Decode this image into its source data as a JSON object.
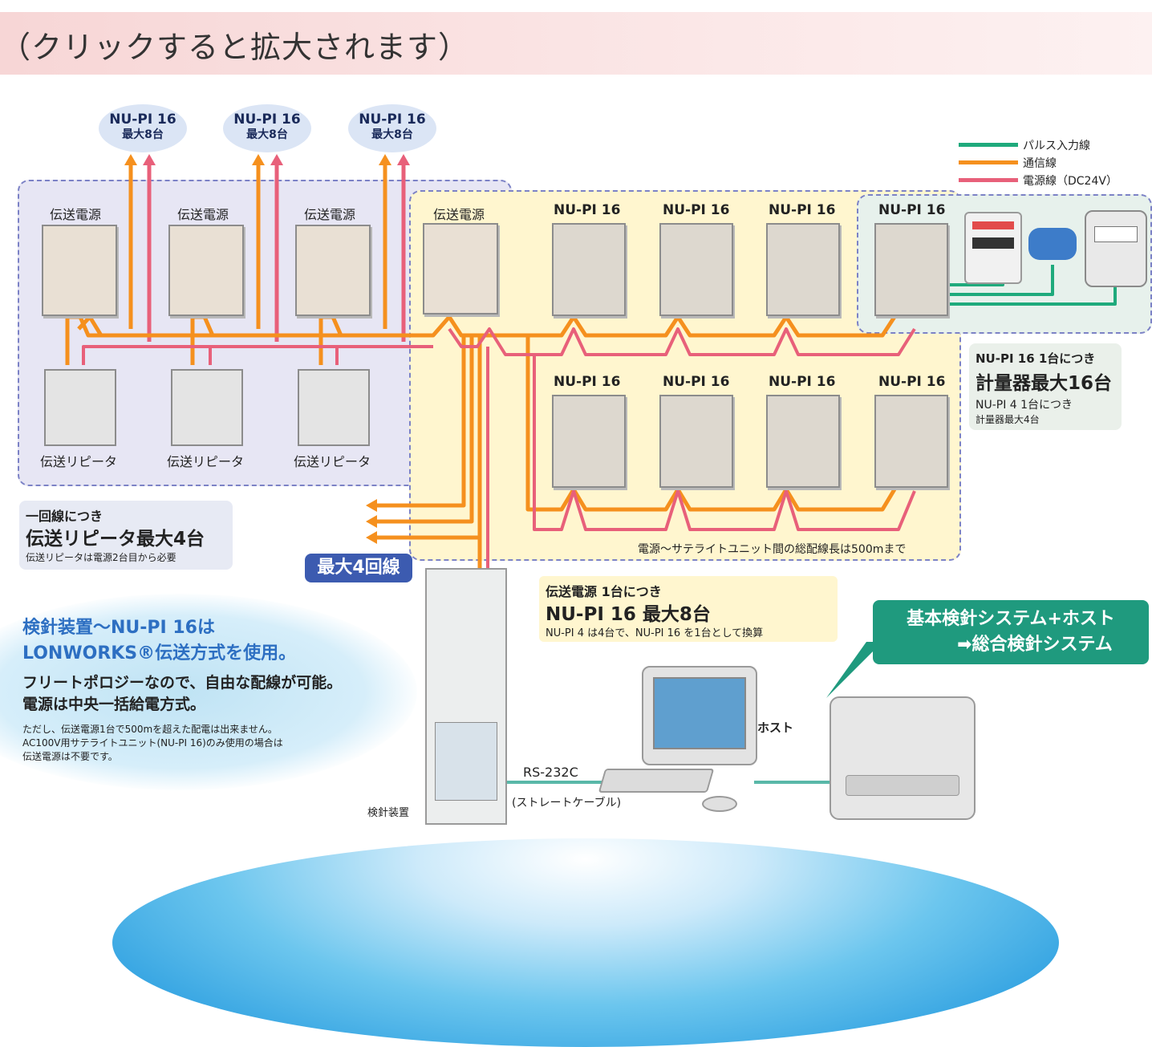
{
  "header": {
    "title": "（クリックすると拡大されます）"
  },
  "top_bubbles": [
    {
      "model": "NU-PI 16",
      "max": "最大8台"
    },
    {
      "model": "NU-PI 16",
      "max": "最大8台"
    },
    {
      "model": "NU-PI 16",
      "max": "最大8台"
    }
  ],
  "legend": {
    "pulse": "パルス入力線",
    "comm": "通信線",
    "power": "電源線（DC24V）",
    "colors": {
      "pulse": "#1faa7c",
      "comm": "#f5901e",
      "power": "#e8607a"
    }
  },
  "labels": {
    "psu": "伝送電源",
    "repeater": "伝送リピータ",
    "satellite": "NU-PI 16",
    "host": "ホスト",
    "meter": "検針装置",
    "rs232c": "RS-232C",
    "cable": "(ストレートケーブル)"
  },
  "note_repeater": {
    "line1": "一回線につき",
    "line2": "伝送リピータ最大4台",
    "line3": "伝送リピータは電源2台目から必要"
  },
  "max_lines_tag": "最大4回線",
  "note_meter_capacity": {
    "line1": "NU-PI 16 1台につき",
    "line2": "計量器最大16台",
    "line3": "NU-PI 4 1台につき",
    "line4": "計量器最大4台"
  },
  "wiring_note": "電源～サテライトユニット間の総配線長は500mまで",
  "note_psu_capacity": {
    "line1": "伝送電源 1台につき",
    "line2": "NU-PI 16 最大8台",
    "line3": "NU-PI 4 は4台で、NU-PI 16 を1台として換算"
  },
  "system_tag": {
    "line1": "基本検針システム+ホスト",
    "line2": "➡総合検針システム"
  },
  "lonworks_note": {
    "line1": "検針装置～NU-PI 16は",
    "line2": "LONWORKS®伝送方式を使用。",
    "line3": "フリートポロジーなので、自由な配線が可能。",
    "line4": "電源は中央一括給電方式。",
    "line5": "ただし、伝送電源1台で500mを超えた配電は出来ません。",
    "line6": "AC100V用サテライトユニット(NU-PI 16)のみ使用の場合は",
    "line7": "伝送電源は不要です。"
  }
}
